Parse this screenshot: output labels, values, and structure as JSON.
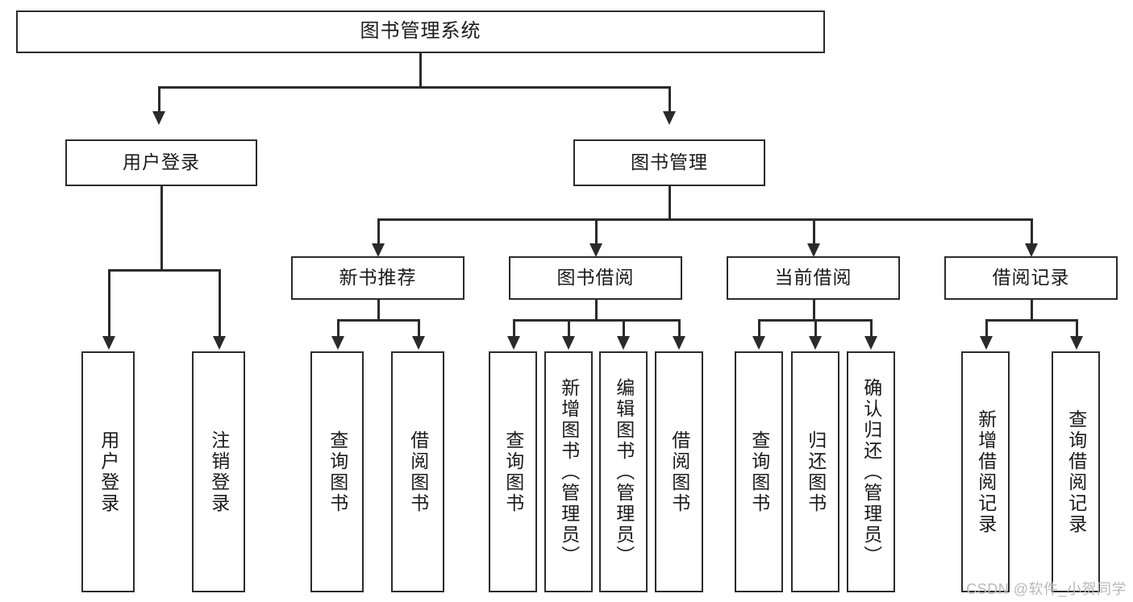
{
  "diagram": {
    "type": "tree",
    "title": "图书管理系统",
    "watermark": "CSDN @软件_小贺同学",
    "colors": {
      "background": "#ffffff",
      "stroke": "#2b2b2b",
      "text": "#1a1a1a",
      "watermark": "#b9b9b9"
    },
    "levels": {
      "root": {
        "label": "图书管理系统"
      },
      "level2": [
        {
          "label": "用户登录"
        },
        {
          "label": "图书管理"
        }
      ],
      "level3": [
        {
          "label": "新书推荐"
        },
        {
          "label": "图书借阅"
        },
        {
          "label": "当前借阅"
        },
        {
          "label": "借阅记录"
        }
      ]
    },
    "leaves": {
      "user_login": [
        {
          "label": "用户登录"
        },
        {
          "label": "注销登录"
        }
      ],
      "new_book_recommend": [
        {
          "label": "查询图书"
        },
        {
          "label": "借阅图书"
        }
      ],
      "book_borrow": [
        {
          "label": "查询图书"
        },
        {
          "label": "新增图书（管理员）"
        },
        {
          "label": "编辑图书（管理员）"
        },
        {
          "label": "借阅图书"
        }
      ],
      "current_borrow": [
        {
          "label": "查询图书"
        },
        {
          "label": "归还图书"
        },
        {
          "label": "确认归还（管理员）"
        }
      ],
      "borrow_record": [
        {
          "label": "新增借阅记录"
        },
        {
          "label": "查询借阅记录"
        }
      ]
    }
  }
}
